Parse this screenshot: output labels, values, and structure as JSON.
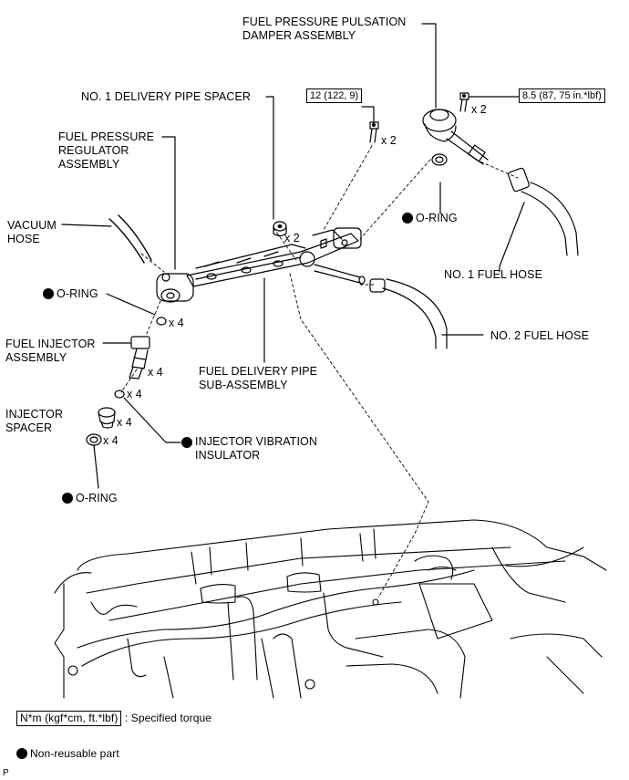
{
  "labels": {
    "pulsation_damper": "FUEL PRESSURE PULSATION\nDAMPER ASSEMBLY",
    "delivery_pipe_spacer": "NO. 1 DELIVERY PIPE SPACER",
    "pressure_regulator": "FUEL PRESSURE\nREGULATOR\nASSEMBLY",
    "vacuum_hose": "VACUUM\nHOSE",
    "o_ring_damper": "O-RING",
    "o_ring_regulator": "O-RING",
    "no1_fuel_hose": "NO. 1 FUEL HOSE",
    "no2_fuel_hose": "NO. 2 FUEL HOSE",
    "fuel_injector": "FUEL INJECTOR\nASSEMBLY",
    "delivery_pipe": "FUEL DELIVERY PIPE\nSUB-ASSEMBLY",
    "injector_spacer": "INJECTOR\nSPACER",
    "vibration_insulator": "INJECTOR VIBRATION\nINSULATOR",
    "o_ring_bottom": "O-RING"
  },
  "quantities": {
    "damper_bolt": "x 2",
    "pipe_bolt": "x 2",
    "spacer": "x 2",
    "regulator_o_ring": "x 4",
    "injector": "x 4",
    "insulator": "x 4",
    "injector_spacer": "x 4",
    "bottom_o_ring": "x 4"
  },
  "torques": {
    "pipe_bolt": "12 (122, 9)",
    "damper_bolt": "8.5 (87, 75 in.*lbf)"
  },
  "legend": {
    "torque_unit": "N*m (kgf*cm, ft.*lbf)",
    "torque_text": ": Specified torque",
    "non_reusable_text": "Non-reusable part"
  },
  "corner_code": "P"
}
